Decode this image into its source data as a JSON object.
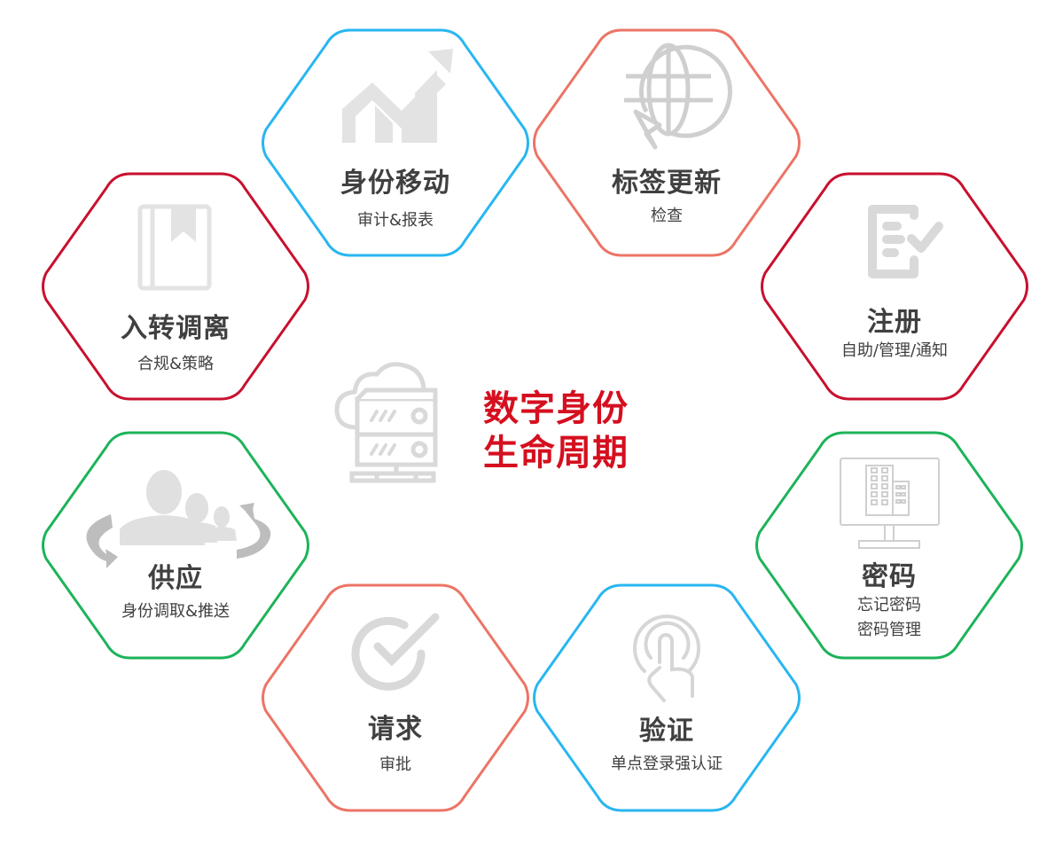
{
  "center": {
    "title_line1": "数字身份",
    "title_line2": "生命周期",
    "icon": "cloud-server-icon",
    "color": "#d50f1f"
  },
  "colors": {
    "blue": "#29b6f0",
    "salmon": "#ec7466",
    "red": "#c8102e",
    "green": "#1db35a",
    "icon_gray": "#d9d9d9",
    "text": "#404040"
  },
  "stages": [
    {
      "id": "identity-move",
      "title": "身份移动",
      "sub": [
        "审计&报表"
      ],
      "icon": "trending-chart-icon",
      "border": "#29b6f0"
    },
    {
      "id": "tag-update",
      "title": "标签更新",
      "sub": [
        "检查"
      ],
      "icon": "globe-refresh-icon",
      "border": "#ec7466"
    },
    {
      "id": "onboarding",
      "title": "入转调离",
      "sub": [
        "合规&策略"
      ],
      "icon": "bookmark-book-icon",
      "border": "#c8102e"
    },
    {
      "id": "registration",
      "title": "注册",
      "sub": [
        "自助/管理/通知"
      ],
      "icon": "document-check-icon",
      "border": "#c8102e"
    },
    {
      "id": "provisioning",
      "title": "供应",
      "sub": [
        "身份调取&推送"
      ],
      "icon": "users-cycle-icon",
      "border": "#1db35a"
    },
    {
      "id": "password",
      "title": "密码",
      "sub": [
        "忘记密码",
        "密码管理"
      ],
      "icon": "monitor-building-icon",
      "border": "#1db35a"
    },
    {
      "id": "request",
      "title": "请求",
      "sub": [
        "审批"
      ],
      "icon": "circle-check-icon",
      "border": "#ec7466"
    },
    {
      "id": "authentication",
      "title": "验证",
      "sub": [
        "单点登录强认证"
      ],
      "icon": "touch-finger-icon",
      "border": "#29b6f0"
    }
  ]
}
